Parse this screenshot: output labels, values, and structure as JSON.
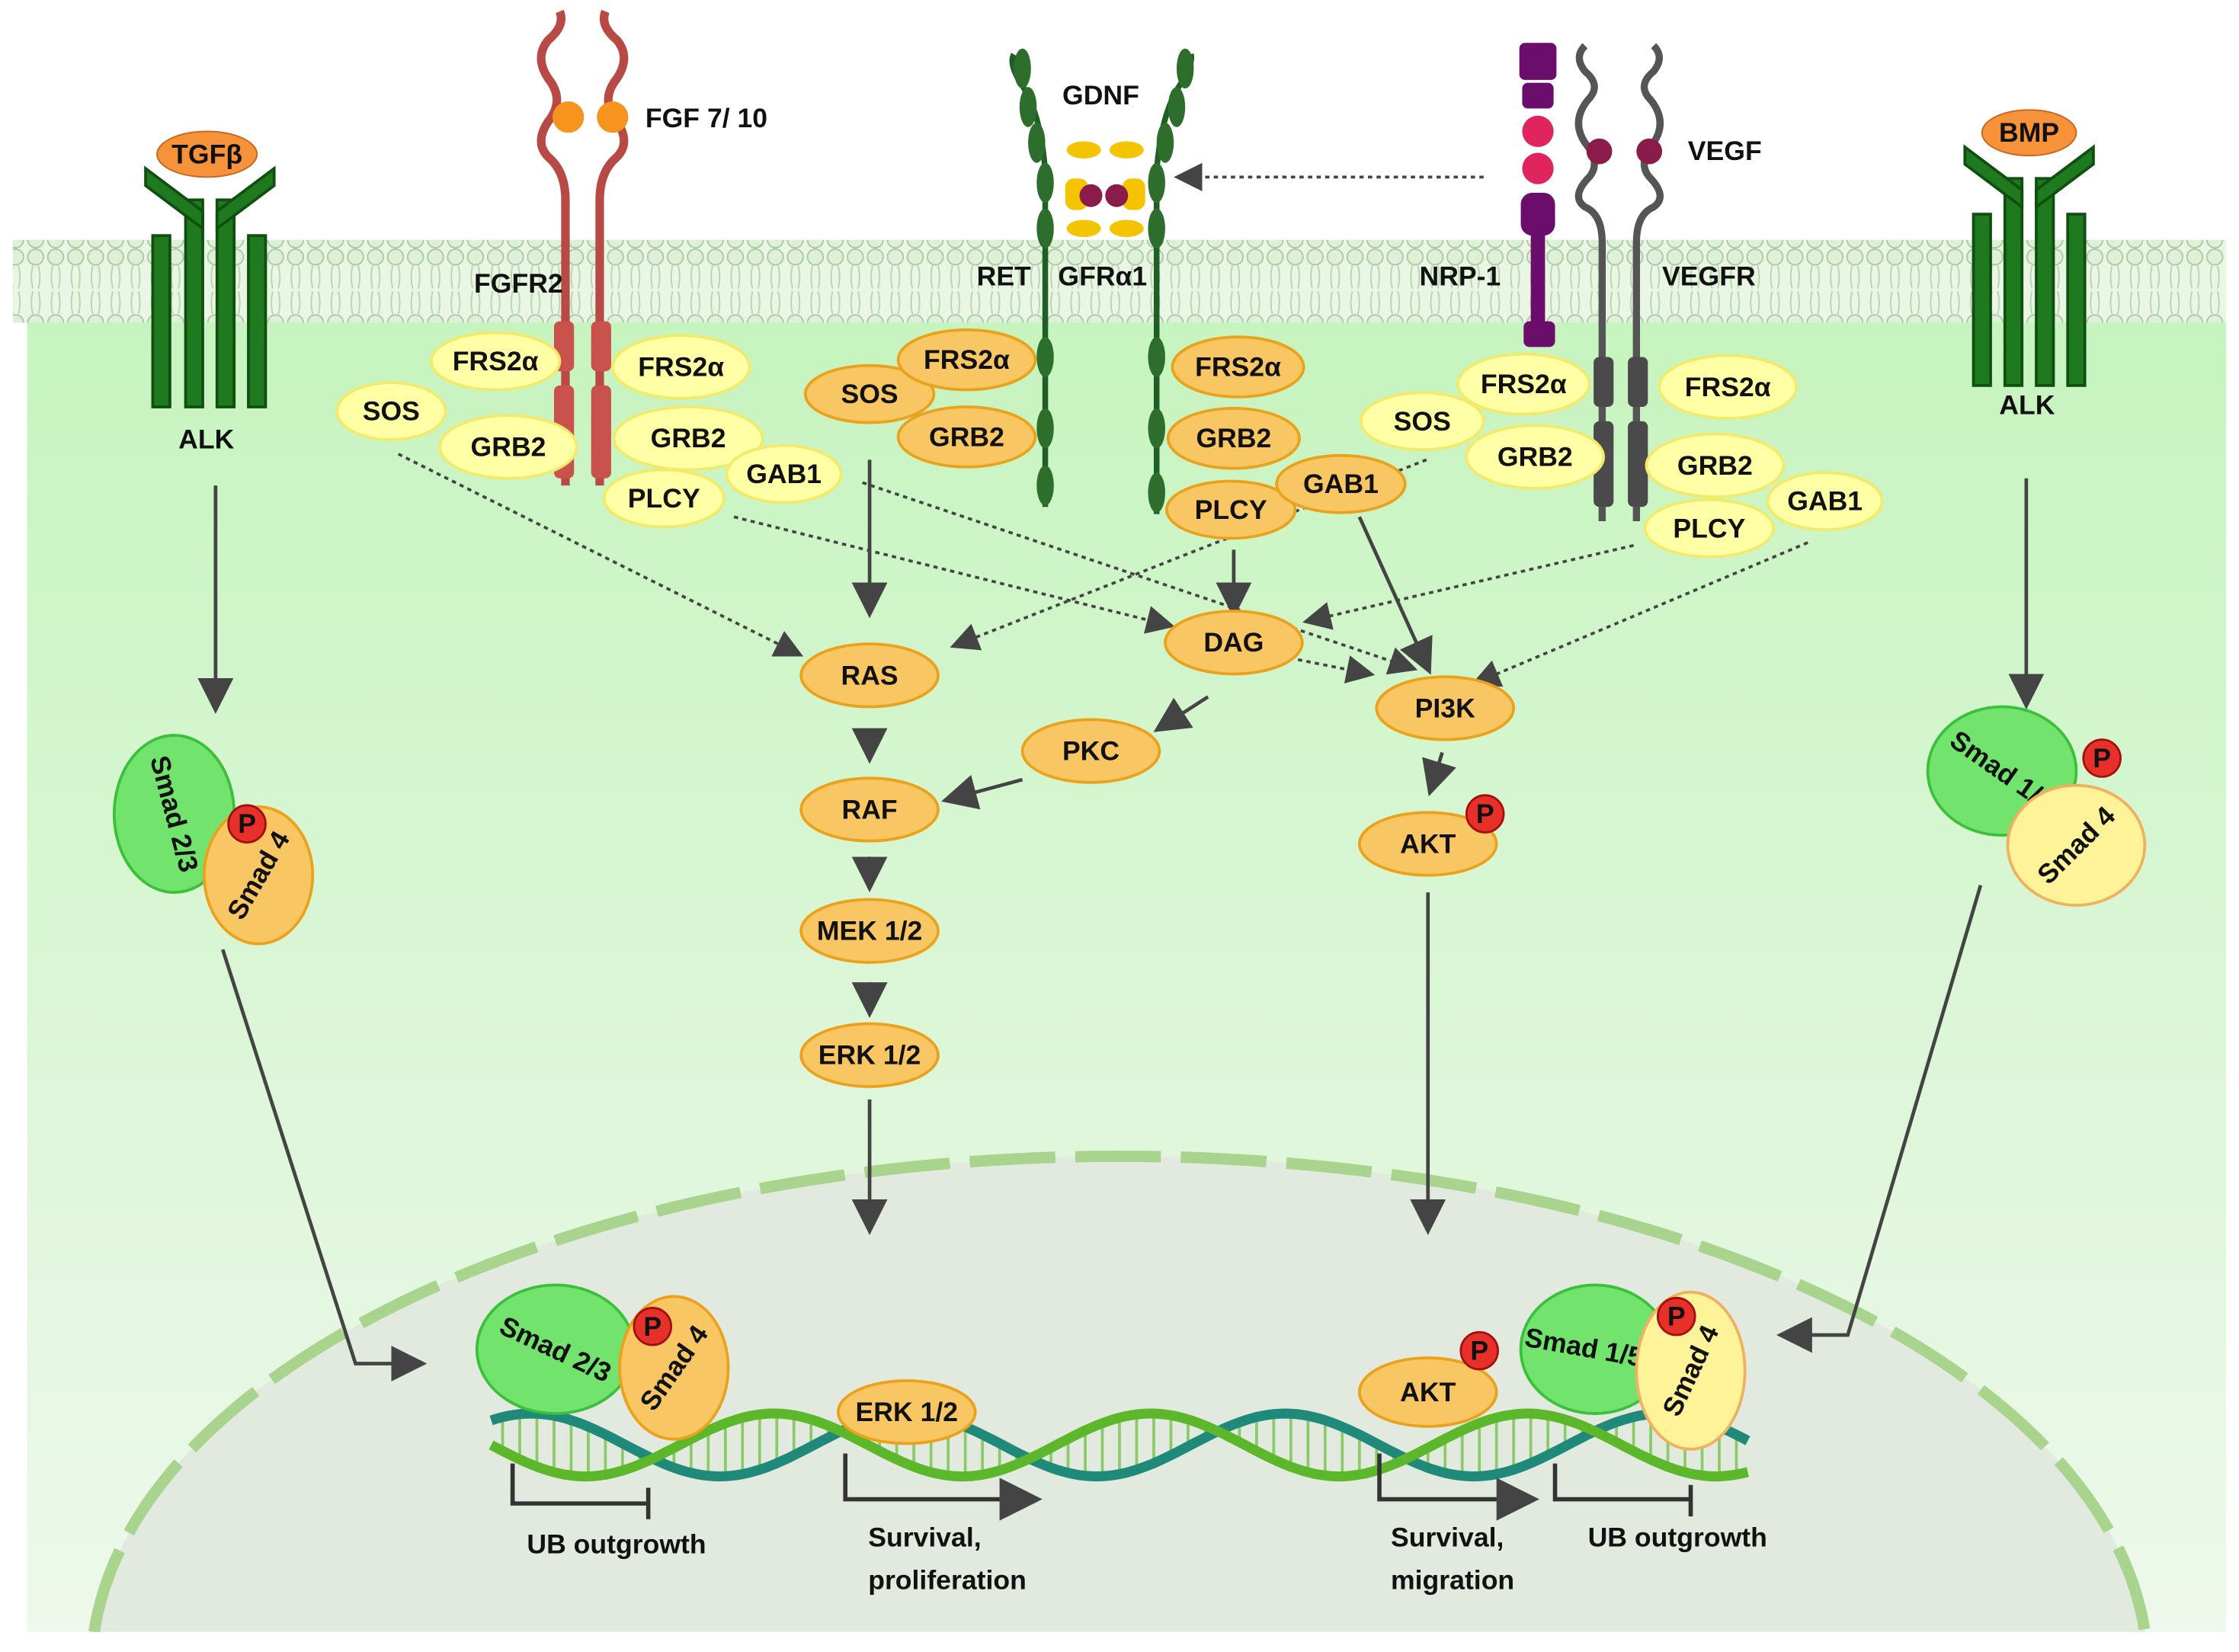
{
  "ligands": {
    "tgfb": "TGFβ",
    "fgf": "FGF 7/ 10",
    "gdnf": "GDNF",
    "vegf": "VEGF",
    "bmp": "BMP"
  },
  "receptors": {
    "alk_left": "ALK",
    "fgfr2": "FGFR2",
    "ret": "RET",
    "gfra1": "GFRα1",
    "nrp1": "NRP-1",
    "vegfr": "VEGFR",
    "alk_right": "ALK"
  },
  "adaptors": {
    "fgfr2": [
      "FRS2α",
      "SOS",
      "GRB2",
      "FRS2α",
      "GRB2",
      "GAB1",
      "PLCY"
    ],
    "ret": [
      "SOS",
      "FRS2α",
      "GRB2",
      "FRS2α",
      "GRB2",
      "PLCY",
      "GAB1"
    ],
    "vegfr": [
      "FRS2α",
      "SOS",
      "GRB2",
      "FRS2α",
      "GRB2",
      "GAB1",
      "PLCY"
    ]
  },
  "pathway": {
    "ras": "RAS",
    "dag": "DAG",
    "pkc": "PKC",
    "raf": "RAF",
    "mek": "MEK 1/2",
    "erk": "ERK 1/2",
    "pi3k": "PI3K",
    "akt": "AKT",
    "p": "P"
  },
  "cytoplasm_smads": {
    "left_smad": "Smad 2/3",
    "left_smad4": "Smad 4",
    "right_smad": "Smad 1/5",
    "right_smad4": "Smad 4",
    "p": "P"
  },
  "nucleus": {
    "smad23": "Smad 2/3",
    "smad4_left": "Smad 4",
    "erk": "ERK 1/2",
    "akt": "AKT",
    "smad158": "Smad 1/5/8",
    "smad4_right": "Smad 4",
    "p": "P"
  },
  "outcomes": [
    "UB outgrowth",
    "Survival,",
    "proliferation",
    "Survival,",
    "migration",
    "UB outgrowth"
  ],
  "colors": {
    "orange": "#f9c664",
    "yellow": "#ffffa6",
    "smad_green": "#72e36d",
    "phospho": "#e8302a",
    "cytoplasm": "#c8f5c0",
    "nucleus": "#e3ebe1"
  }
}
